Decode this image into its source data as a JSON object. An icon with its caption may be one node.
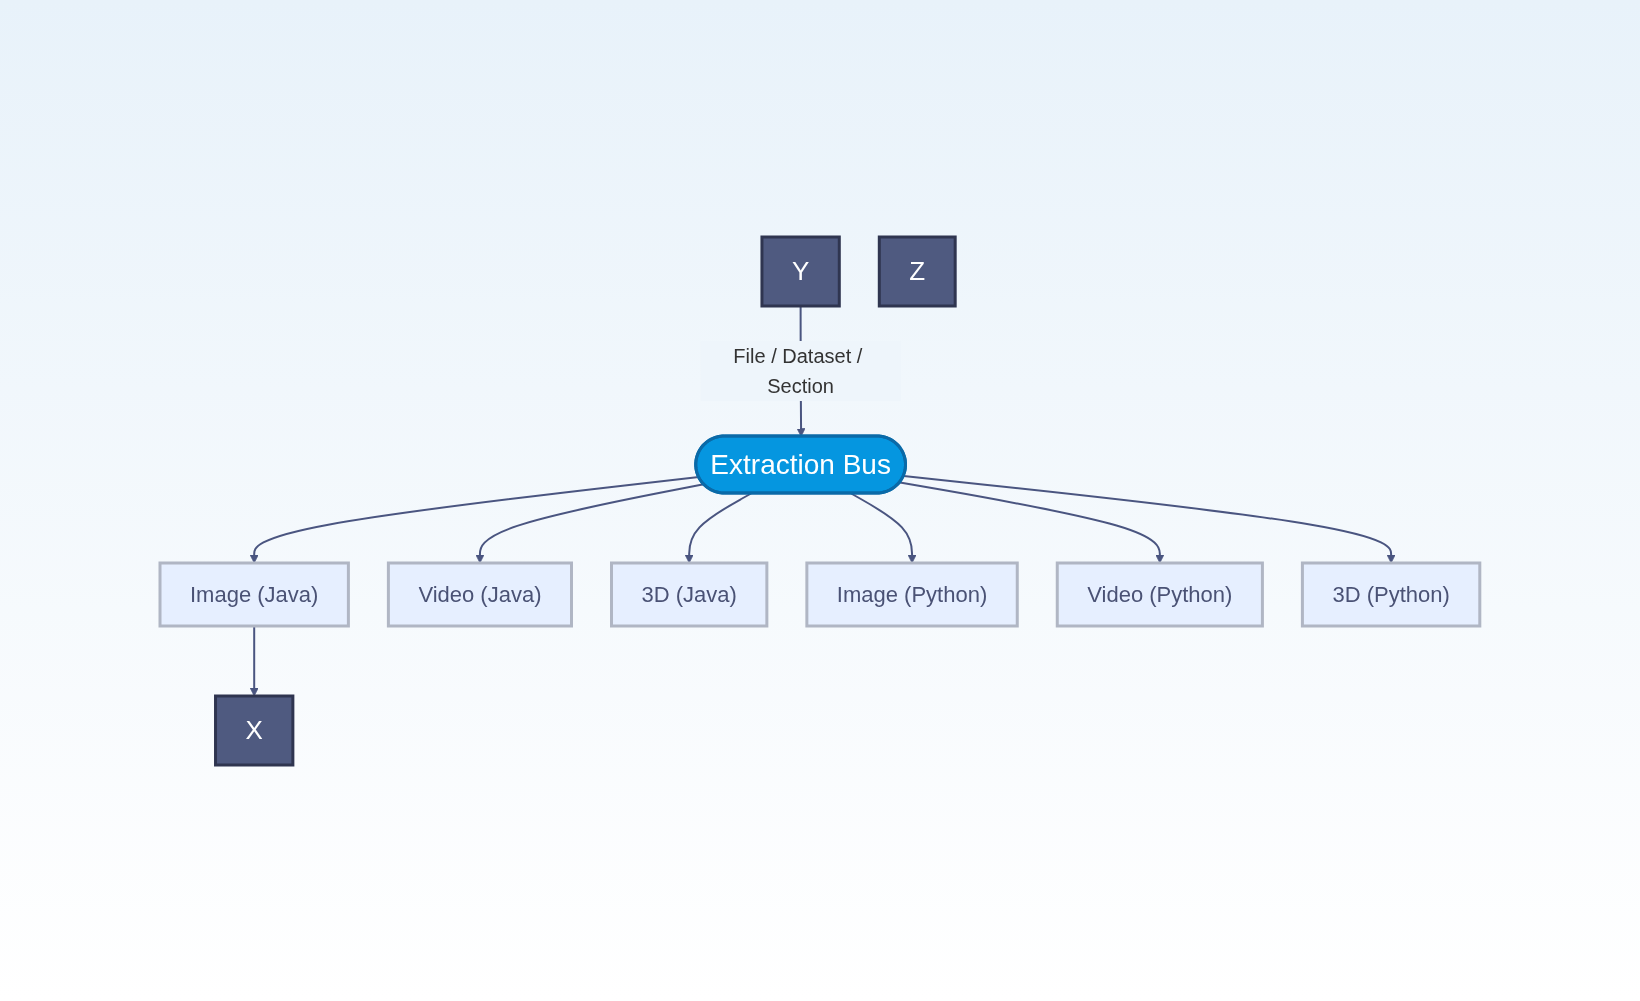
{
  "diagram": {
    "nodes": [
      {
        "text": [
          "X"
        ]
      },
      {
        "text": [
          "Y"
        ]
      },
      {
        "text": [
          "Z"
        ]
      },
      {
        "text": [
          "Extraction Bus"
        ]
      },
      {
        "text": [
          "Image (Java)"
        ]
      },
      {
        "text": [
          "Video (Java)"
        ]
      },
      {
        "text": [
          "3D (Java)"
        ]
      },
      {
        "text": [
          "Image (Python)"
        ]
      },
      {
        "text": [
          "Video (Python)"
        ]
      },
      {
        "text": [
          "3D (Python)"
        ]
      }
    ],
    "edges": [
      {
        "from": 1,
        "to": 3,
        "arrow": "to",
        "label": "File / Dataset / Section"
      },
      {
        "from": 3,
        "to": 4,
        "arrow": "to"
      },
      {
        "from": 3,
        "to": 5,
        "arrow": "to"
      },
      {
        "from": 3,
        "to": 6,
        "arrow": "to"
      },
      {
        "from": 3,
        "to": 7,
        "arrow": "to"
      },
      {
        "from": 3,
        "to": 8,
        "arrow": "to"
      },
      {
        "from": 3,
        "to": 9,
        "arrow": "to"
      },
      {
        "from": 4,
        "to": 0,
        "arrow": "to"
      }
    ]
  }
}
